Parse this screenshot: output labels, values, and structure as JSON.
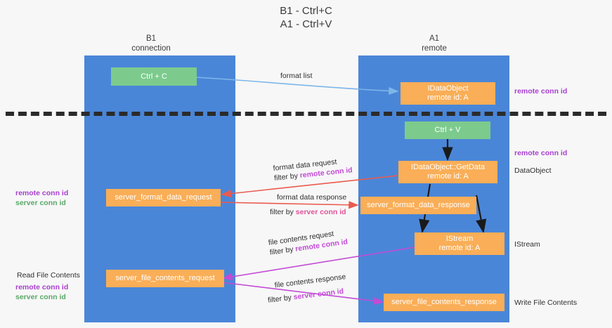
{
  "title": {
    "line1": "B1 - Ctrl+C",
    "line2": "A1 - Ctrl+V"
  },
  "columns": [
    {
      "name": "B1",
      "role": "connection"
    },
    {
      "name": "A1",
      "role": "remote"
    }
  ],
  "colors": {
    "lane": "#4a86d8",
    "green_box": "#7ccb8d",
    "orange_box": "#f9ae57",
    "remote_conn_id": "#c34bd6",
    "server_conn_id": "#e0539a",
    "server_conn_id_left": "#5aa868",
    "divider": "#2b2b2b",
    "arrow_format_list": "#7eb6e8",
    "arrow_format_data": "#ea5b4f",
    "arrow_file_contents": "#c34bd6",
    "arrow_black": "#1a1a1a"
  },
  "nodes": {
    "ctrl_c": {
      "line1": "Ctrl + C"
    },
    "ctrl_v": {
      "line1": "Ctrl + V"
    },
    "idataobject": {
      "line1": "IDataObject",
      "line2": "remote id: A"
    },
    "idataobject_getdata": {
      "line1": "IDataObject::GetData",
      "line2": "remote id: A"
    },
    "istream": {
      "line1": "IStream",
      "line2": "remote id: A"
    },
    "server_format_data_request": {
      "line1": "server_format_data_request"
    },
    "server_format_data_response": {
      "line1": "server_format_data_response"
    },
    "server_file_contents_request": {
      "line1": "server_file_contents_request"
    },
    "server_file_contents_response": {
      "line1": "server_file_contents_response"
    }
  },
  "edges": {
    "format_list": {
      "label": "format list"
    },
    "format_data_request": {
      "label": "format data request",
      "filter_prefix": "filter by ",
      "filter_key": "remote conn id"
    },
    "format_data_response": {
      "label": "format data response",
      "filter_prefix": "filter by ",
      "filter_key": "server conn id"
    },
    "file_contents_request": {
      "label": "file contents request",
      "filter_prefix": "filter by ",
      "filter_key": "remote conn id"
    },
    "file_contents_response": {
      "label": "file contents response",
      "filter_prefix": "filter by ",
      "filter_key": "server conn id"
    }
  },
  "left_notes": {
    "format": {
      "remote": "remote conn id",
      "server": "server conn id"
    },
    "file": {
      "heading": "Read File Contents",
      "remote": "remote conn id",
      "server": "server conn id"
    }
  },
  "right_notes": {
    "top_remote": "remote conn id",
    "mid_remote": "remote conn id",
    "dataobject": "DataObject",
    "istream": "IStream",
    "write_file_contents": "Write File Contents"
  }
}
